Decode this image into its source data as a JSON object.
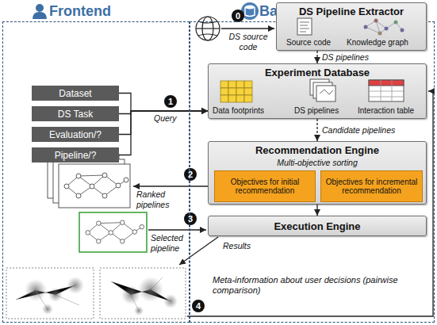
{
  "diagram": {
    "nodes": [
      {
        "text": [
          "Frontend"
        ]
      },
      {
        "text": [
          "Backend"
        ]
      },
      {
        "text": [
          "Dataset"
        ],
        "in": 0
      },
      {
        "text": [
          "DS Task"
        ],
        "in": 0
      },
      {
        "text": [
          "Evaluation/?"
        ],
        "in": 0
      },
      {
        "text": [
          "Pipeline/?"
        ],
        "in": 0
      },
      {
        "text": [
          "DS Pipeline Extractor",
          "Source code",
          "Knowledge graph"
        ],
        "in": 1
      },
      {
        "text": [
          "Experiment Database",
          "Data footprints",
          "DS pipelines",
          "Interaction table"
        ],
        "in": 1
      },
      {
        "text": [
          "Recommendation Engine",
          "Multi-objective sorting"
        ],
        "in": 1
      },
      {
        "text": [
          "Objectives for initial recommendation"
        ],
        "in": 8
      },
      {
        "text": [
          "Objectives for incremental recommendation"
        ],
        "in": 8
      },
      {
        "text": [
          "Execution Engine"
        ],
        "in": 1
      }
    ],
    "edges": [
      {
        "from": 2,
        "to": 7,
        "arrow": "to"
      },
      {
        "from": 3,
        "to": 7,
        "arrow": "to"
      },
      {
        "from": 4,
        "to": 7,
        "arrow": "to"
      },
      {
        "from": 5,
        "to": 7,
        "arrow": "to"
      },
      {
        "from": 6,
        "to": 7,
        "arrow": "to"
      },
      {
        "from": 7,
        "to": 8,
        "arrow": "to"
      },
      {
        "from": 8,
        "to": 11,
        "arrow": "to"
      }
    ],
    "labels": [
      "0",
      "DS source code",
      "1",
      "Query",
      "DS pipelines",
      "Candidate pipelines",
      "2",
      "Ranked pipelines",
      "3",
      "Selected pipeline",
      "Results",
      "4",
      "Meta-information about user decisions (pairwise comparison)"
    ]
  }
}
